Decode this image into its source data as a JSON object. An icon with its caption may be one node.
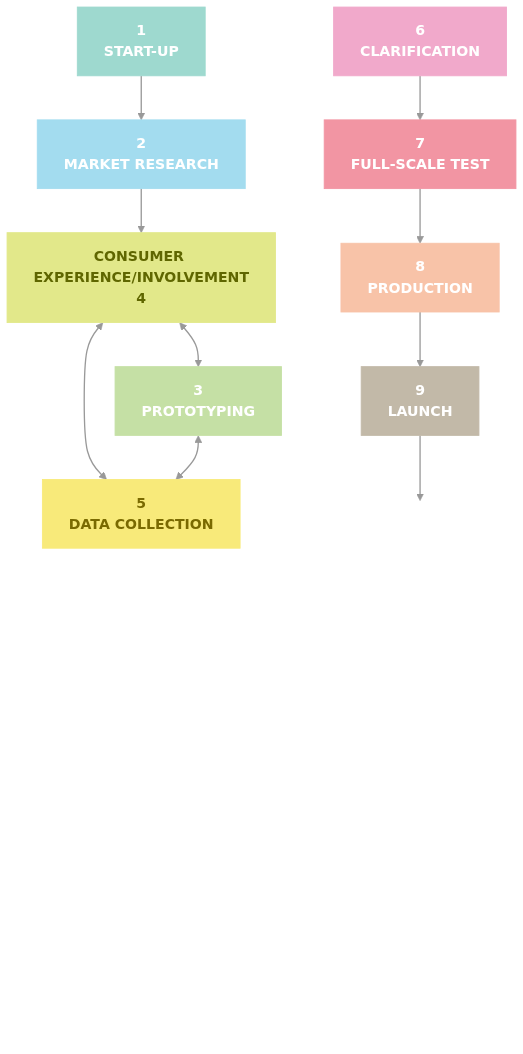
{
  "diagram": {
    "nodes": [
      {
        "text": [
          "1",
          "START-UP"
        ]
      },
      {
        "text": [
          "2",
          "MARKET RESEARCH"
        ]
      },
      {
        "text": [
          "CONSUMER EXPERIENCE/INVOLVEMENT",
          "4"
        ]
      },
      {
        "text": [
          "3",
          "PROTOTYPING"
        ]
      },
      {
        "text": [
          "5",
          "DATA COLLECTION"
        ]
      },
      {
        "text": [
          "6",
          "CLARIFICATION"
        ]
      },
      {
        "text": [
          "7",
          "FULL-SCALE TEST"
        ]
      },
      {
        "text": [
          "8",
          "PRODUCTION"
        ]
      },
      {
        "text": [
          "9",
          "LAUNCH"
        ]
      }
    ],
    "edges": [
      {
        "from": 0,
        "to": 1,
        "arrow": "to"
      },
      {
        "from": 1,
        "to": 2,
        "arrow": "to"
      },
      {
        "from": 2,
        "to": 3,
        "arrow": "both"
      },
      {
        "from": 2,
        "to": 4,
        "arrow": "both"
      },
      {
        "from": 3,
        "to": 4,
        "arrow": "both"
      },
      {
        "from": 5,
        "to": 6,
        "arrow": "to"
      },
      {
        "from": 6,
        "to": 7,
        "arrow": "to"
      },
      {
        "from": 7,
        "to": 8,
        "arrow": "to"
      },
      {
        "from": 8,
        "to": null,
        "arrow": "to"
      }
    ]
  }
}
